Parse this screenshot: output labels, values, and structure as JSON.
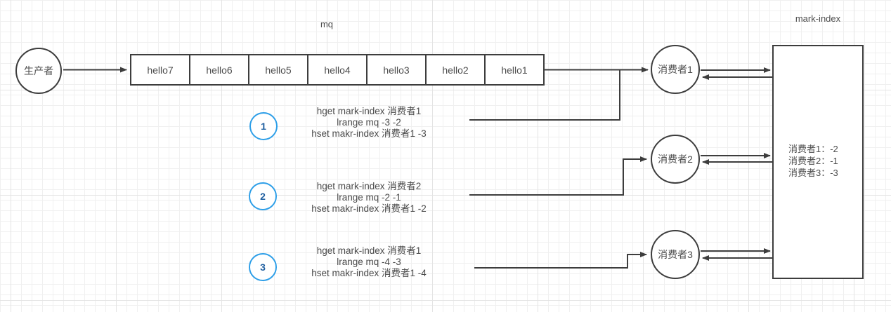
{
  "labels": {
    "mq": "mq",
    "mark_index_title": "mark-index"
  },
  "producer": {
    "label": "生产者"
  },
  "queue": {
    "cells": [
      "hello7",
      "hello6",
      "hello5",
      "hello4",
      "hello3",
      "hello2",
      "hello1"
    ]
  },
  "consumers": [
    {
      "label": "消费者1"
    },
    {
      "label": "消费者2"
    },
    {
      "label": "消费者3"
    }
  ],
  "mark_index": {
    "entries": [
      "消费者1：-2",
      "消费者2：-1",
      "消费者3：-3"
    ]
  },
  "annotations": [
    {
      "number": "1",
      "lines": [
        "hget mark-index 消费者1",
        "lrange mq -3 -2",
        "hset makr-index 消费者1 -3"
      ]
    },
    {
      "number": "2",
      "lines": [
        "hget mark-index 消费者2",
        "lrange mq -2 -1",
        "hset makr-index 消费者1 -2"
      ]
    },
    {
      "number": "3",
      "lines": [
        "hget mark-index 消费者1",
        "lrange mq -4 -3",
        "hset makr-index 消费者1 -4"
      ]
    }
  ],
  "colors": {
    "shape_line": "#3d3d3d",
    "text": "#4d4d4d",
    "step_circle_border": "#2e9fe8",
    "step_number": "#1f5fa0",
    "grid_minor": "#f0f0f0",
    "grid_major": "#e4e4e4",
    "background": "#ffffff"
  }
}
